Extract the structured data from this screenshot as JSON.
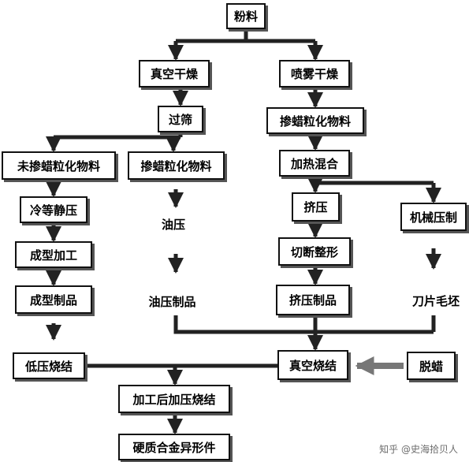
{
  "diagram": {
    "nodes": {
      "powder": "粉料",
      "vacuum_dry": "真空干燥",
      "spray_dry": "喷雾干燥",
      "sieve": "过筛",
      "wax_granule_right": "掺蜡粒化物料",
      "no_wax_granule": "未掺蜡粒化物料",
      "wax_granule_mid": "掺蜡粒化物料",
      "heat_mix": "加热混合",
      "cip": "冷等静压",
      "oil_press": "油压",
      "extrude": "挤压",
      "mech_press": "机械压制",
      "form_process": "成型加工",
      "cut_shape": "切断整形",
      "formed_product": "成型制品",
      "oil_press_product": "油压制品",
      "extrude_product": "挤压制品",
      "blade_blank": "刀片毛坯",
      "low_pressure_sinter": "低压烧结",
      "vacuum_sinter": "真空烧结",
      "dewax": "脱蜡",
      "post_hip_sinter": "加工后加压烧结",
      "final_product": "硬质合金异形件"
    }
  },
  "watermark": "知乎 @史海拾贝人"
}
